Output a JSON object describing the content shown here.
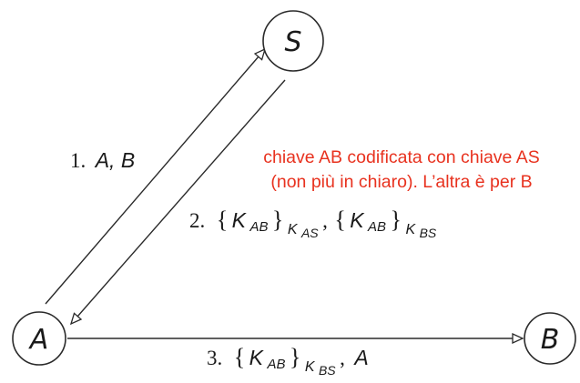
{
  "nodes": {
    "s": "S",
    "a": "A",
    "b": "B"
  },
  "messages": {
    "m1": {
      "num": "1.",
      "text": "A, B"
    },
    "m2": {
      "num": "2.",
      "open": "{",
      "key": "K",
      "key_sub": "AB",
      "close": "}",
      "enc_key": "K",
      "enc_sub_1": "AS",
      "enc_sub_2": "BS",
      "sep": ","
    },
    "m3": {
      "num": "3.",
      "open": "{",
      "key": "K",
      "key_sub": "AB",
      "close": "}",
      "enc_key": "K",
      "enc_sub": "BS",
      "sep": ",",
      "tail": "A"
    }
  },
  "annotation": {
    "line1": "chiave AB codificata con chiave AS",
    "line2": "(non più in chiaro). L’altra è per B",
    "color": "#e8321f"
  }
}
